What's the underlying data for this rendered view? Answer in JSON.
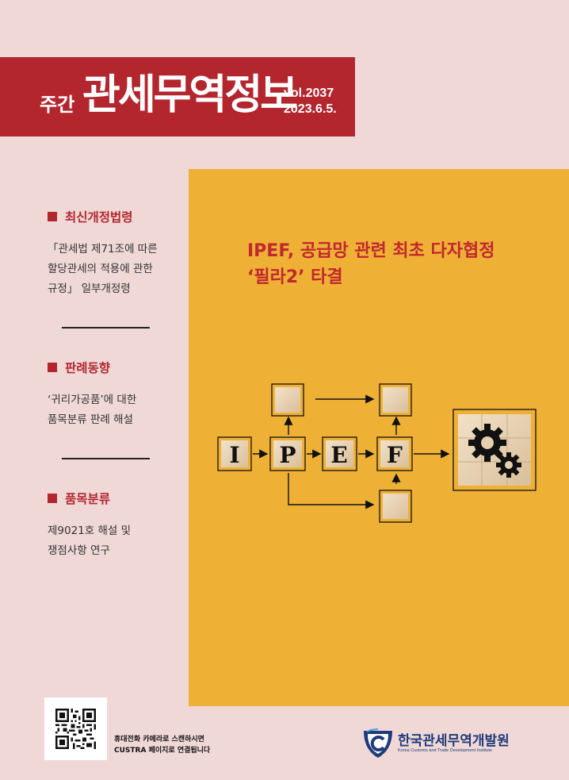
{
  "masthead": {
    "prefix": "주간",
    "title": "관세무역정보",
    "vol": "vol.2037",
    "date": "2023.6.5."
  },
  "sidebar": {
    "sections": [
      {
        "heading": "최신개정법령",
        "lines": [
          "「관세법 제71조에 따른",
          "할당관세의 적용에 관한",
          "규정」 일부개정령"
        ]
      },
      {
        "heading": "판례동향",
        "lines": [
          "‘귀리가공품’에 대한",
          "품목분류 판례 해설"
        ]
      },
      {
        "heading": "품목분류",
        "lines": [
          "제9021호 해설 및",
          "쟁점사항 연구"
        ]
      }
    ]
  },
  "headline": {
    "line1": "IPEF, 공급망 관련 최초 다자협정",
    "line2": "‘필라2’ 타결"
  },
  "diagram": {
    "letters": [
      "I",
      "P",
      "E",
      "F"
    ]
  },
  "qr": {
    "line1": "휴대전화 카메라로 스캔하시면",
    "line2": "CUSTRA 페이지로 연결됩니다"
  },
  "logo": {
    "name": "한국관세무역개발원",
    "sub": "Korea Customs and Trade Development Institute"
  },
  "colors": {
    "brand_red": "#b3262e",
    "background": "#efd8d6",
    "cover_yellow": "#efb036",
    "logo_blue": "#1f3a7a"
  }
}
